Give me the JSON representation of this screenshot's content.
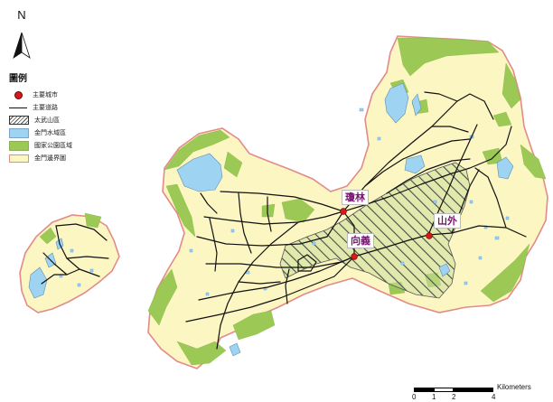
{
  "map": {
    "north_label": "N",
    "legend": {
      "title": "圖例",
      "items": [
        {
          "symbol": "city-dot",
          "label": "主要城市"
        },
        {
          "symbol": "road-line",
          "label": "主要道路"
        },
        {
          "symbol": "hatch",
          "label": "太武山區"
        },
        {
          "symbol": "water-fill",
          "label": "金門水域區"
        },
        {
          "symbol": "park-fill",
          "label": "國家公園區域"
        },
        {
          "symbol": "boundary-fill",
          "label": "金門邊界圖"
        }
      ]
    },
    "cities": [
      {
        "name": "瓊林"
      },
      {
        "name": "山外"
      },
      {
        "name": "向義"
      }
    ],
    "scale": {
      "unit": "Kilometers",
      "ticks": [
        "0",
        "1",
        "2",
        "4"
      ]
    },
    "colors": {
      "land": "#fcf6c3",
      "boundary": "#e38a8a",
      "park": "#9cc955",
      "water": "#9fd3f2",
      "city_dot": "#d7191c",
      "city_label": "#7b1574",
      "road": "#111111"
    }
  }
}
